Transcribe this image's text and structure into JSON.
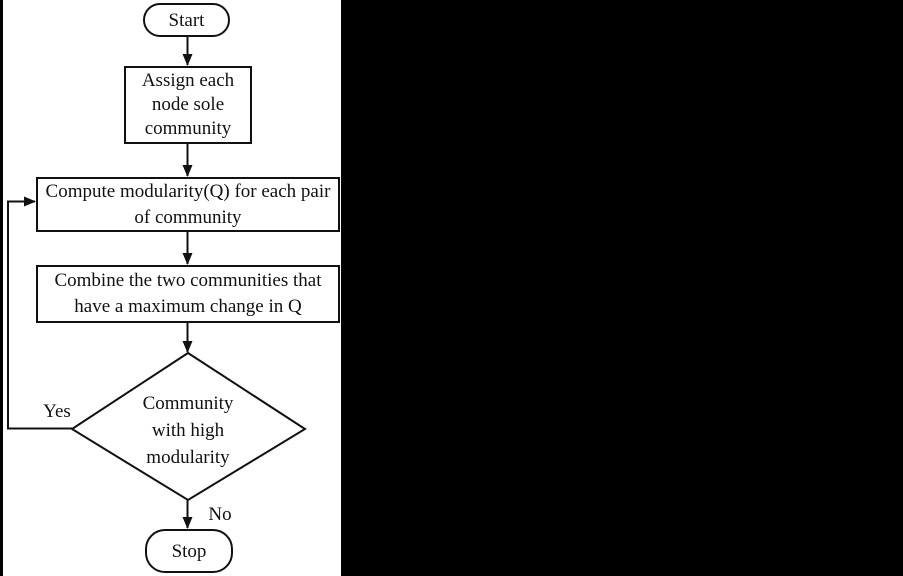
{
  "colors": {
    "canvas_background": "#000000",
    "panel_background": "#ffffff",
    "line_color": "#111111",
    "text_color": "#111111"
  },
  "flowchart": {
    "nodes": {
      "start": {
        "label": "Start"
      },
      "assign": {
        "lines": [
          "Assign each",
          "node sole",
          "community"
        ]
      },
      "compute": {
        "lines": [
          "Compute modularity(Q) for each pair",
          "of community"
        ]
      },
      "combine": {
        "lines": [
          "Combine the two communities that",
          "have a maximum change in Q"
        ]
      },
      "decision": {
        "lines": [
          "Community",
          "with high",
          "modularity"
        ]
      },
      "stop": {
        "label": "Stop"
      }
    },
    "edge_labels": {
      "yes": "Yes",
      "no": "No"
    }
  }
}
